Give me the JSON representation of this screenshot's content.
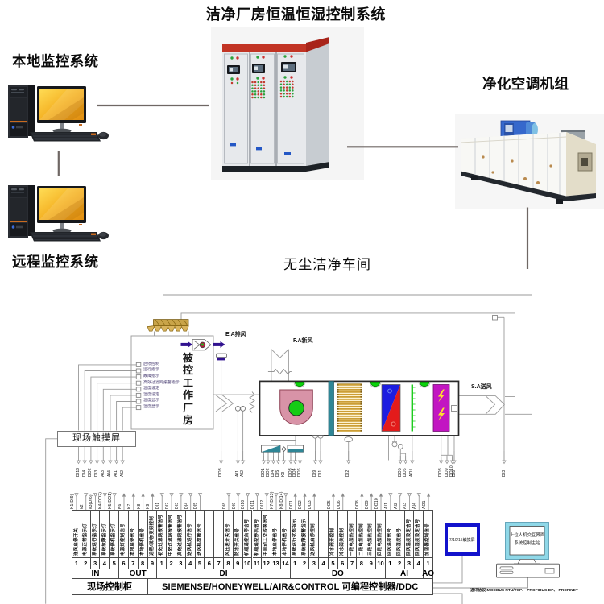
{
  "title": "洁净厂房恒温恒湿控制系统",
  "top": {
    "local_monitor_label": "本地监控系统",
    "remote_monitor_label": "远程监控系统",
    "ahu_photo_label": "净化空调机组",
    "workshop_area_label": "无尘洁净车间"
  },
  "schematic": {
    "ea_label": "E.A排风",
    "fa_label": "F.A新风",
    "sa_label": "S.A送风",
    "workshop_box_label": "被控工作厂房",
    "touchscreen_label": "现场触摸屏",
    "workshop_signals": [
      "启停控制",
      "运行指示",
      "故障指示",
      "高效过滤网报警指示",
      "温度设定",
      "湿度设定",
      "温度显示",
      "湿度显示"
    ],
    "touchscreen_wires": [
      "DI10",
      "DI4",
      "DO2",
      "DI3",
      "AI3",
      "AI4",
      "AI1",
      "AI2"
    ],
    "damper_wire": "DO3",
    "return_air_wires": [
      "AI1",
      "AI2"
    ],
    "fan_unit_wires": [
      "DO1",
      "DO2",
      "DI4",
      "DI5",
      "K9",
      "DO3",
      "DO4",
      "DO6"
    ],
    "pressure_wires": [
      "DI9",
      "DI1"
    ],
    "drain_wire": "DI2",
    "valve_wires": [
      "DO5",
      "DO6"
    ],
    "filter_wire": "AO1",
    "heater_wires": [
      "DO8",
      "DO9",
      "DO10"
    ],
    "duct_sensor_wire": "DI8",
    "supply_sensor_wire": "DI3"
  },
  "io_table": {
    "groups": [
      {
        "label": "IN",
        "span": 5
      },
      {
        "label": "OUT",
        "span": 4
      },
      {
        "label": "DI",
        "span": 14
      },
      {
        "label": "DO",
        "span": 10
      },
      {
        "label": "AI",
        "span": 4
      },
      {
        "label": "AO",
        "span": 1
      }
    ],
    "columns": [
      {
        "num": "1",
        "top": "K1(DI9)",
        "desc": "送风启停开关",
        "dir": "in"
      },
      {
        "num": "2",
        "top": "k2",
        "desc": "电源正常指示灯",
        "dir": "in"
      },
      {
        "num": "3",
        "top": "k3(DI6)",
        "desc": "系统运行指示灯",
        "dir": "in"
      },
      {
        "num": "4",
        "top": "K4(DO2)",
        "desc": "系统故障指示灯",
        "dir": "in"
      },
      {
        "num": "5",
        "top": "K5(DO1)",
        "desc": "系统停机指示灯",
        "dir": "in"
      },
      {
        "num": "6",
        "top": "K6",
        "desc": "电源灯控制信号",
        "dir": "out"
      },
      {
        "num": "7",
        "top": "K7",
        "desc": "本地启停信号",
        "dir": "out"
      },
      {
        "num": "8",
        "top": "K8",
        "desc": "本地停机信号",
        "dir": "out"
      },
      {
        "num": "9",
        "top": "K9",
        "desc": "远程/就地/变频控制",
        "dir": "out"
      },
      {
        "num": "1",
        "top": "DI1",
        "desc": "初效过滤网报警信号",
        "dir": "in"
      },
      {
        "num": "2",
        "top": "DI2",
        "desc": "中效过滤网报警信号",
        "dir": "in"
      },
      {
        "num": "3",
        "top": "DI3",
        "desc": "高效过滤网报警信号",
        "dir": "in"
      },
      {
        "num": "4",
        "top": "DI4",
        "desc": "送风机运行信号",
        "dir": "in"
      },
      {
        "num": "5",
        "top": "DI5",
        "desc": "送风机故障信号",
        "dir": "in"
      },
      {
        "num": "6",
        "top": "",
        "desc": "",
        "dir": "in"
      },
      {
        "num": "7",
        "top": "",
        "desc": "",
        "dir": "in"
      },
      {
        "num": "8",
        "top": "DI8",
        "desc": "风压差开关信号",
        "dir": "in"
      },
      {
        "num": "9",
        "top": "DI9",
        "desc": "防冻开关信号",
        "dir": "in"
      },
      {
        "num": "10",
        "top": "DI10",
        "desc": "机组遥控启停信号",
        "dir": "in"
      },
      {
        "num": "11",
        "top": "DI11",
        "desc": "机组遥控停机信号",
        "dir": "in"
      },
      {
        "num": "12",
        "top": "DI12",
        "desc": "手自动工交转换信号",
        "dir": "in"
      },
      {
        "num": "13",
        "top": "K7(DI13)",
        "desc": "本地启停信号",
        "dir": "in"
      },
      {
        "num": "14",
        "top": "K8(DI14)",
        "desc": "本地停机信号",
        "dir": "in"
      },
      {
        "num": "1",
        "top": "DO1",
        "desc": "系统运行状态指示",
        "dir": "out"
      },
      {
        "num": "2",
        "top": "DO2",
        "desc": "系统故障报警指示",
        "dir": "out"
      },
      {
        "num": "3",
        "top": "DO3",
        "desc": "送风机启停控制",
        "dir": "out"
      },
      {
        "num": "4",
        "top": "",
        "desc": "",
        "dir": "out"
      },
      {
        "num": "5",
        "top": "DO5",
        "desc": "冷水阀开控制",
        "dir": "out"
      },
      {
        "num": "6",
        "top": "DO6",
        "desc": "冷水阀关控制",
        "dir": "out"
      },
      {
        "num": "7",
        "top": "",
        "desc": "一段电加热控制",
        "dir": "out"
      },
      {
        "num": "8",
        "top": "DO8",
        "desc": "二段电加热控制",
        "dir": "out"
      },
      {
        "num": "9",
        "top": "DO9",
        "desc": "三段电加热控制",
        "dir": "out"
      },
      {
        "num": "10",
        "top": "DO10",
        "desc": "四段电加热控制",
        "dir": "out"
      },
      {
        "num": "1",
        "top": "AI1",
        "desc": "回风温度信号",
        "dir": "in"
      },
      {
        "num": "2",
        "top": "AI2",
        "desc": "回风湿度信号",
        "dir": "in"
      },
      {
        "num": "3",
        "top": "AI3",
        "desc": "回风温度设定信号",
        "dir": "in"
      },
      {
        "num": "4",
        "top": "AI4",
        "desc": "回风湿度设定信号",
        "dir": "in"
      },
      {
        "num": "1",
        "top": "AO1",
        "desc": "加湿器控制信号",
        "dir": "out"
      }
    ],
    "cabinet_label": "现场控制柜",
    "ddc_label": "SIEMENSE/HONEYWELL/AIR&CONTROL 可编程控制器/DDC"
  },
  "bottom_right": {
    "touch_panel_label": "7/10/15触摸屏",
    "host_line1": "上位人机交互界面",
    "host_line2": "系统控制主站",
    "protocol_label": "通讯协议:MODBUS RTU/TCP、 PROFIBUS-DP、 PROFINET"
  },
  "colors": {
    "accent_purple": "#31128f",
    "cabinet_red": "#c23424",
    "screen_orange": "#f2a71b",
    "coil_blue": "#1d1de0",
    "coil_red": "#e31b1b",
    "filter_green": "#1ecc1e",
    "humidifier_magenta": "#c215c2",
    "teal": "#2f8696",
    "comb_gold": "#c9a449",
    "touch_border_blue": "#1212cc",
    "host_border_cyan": "#8fd8e8"
  }
}
